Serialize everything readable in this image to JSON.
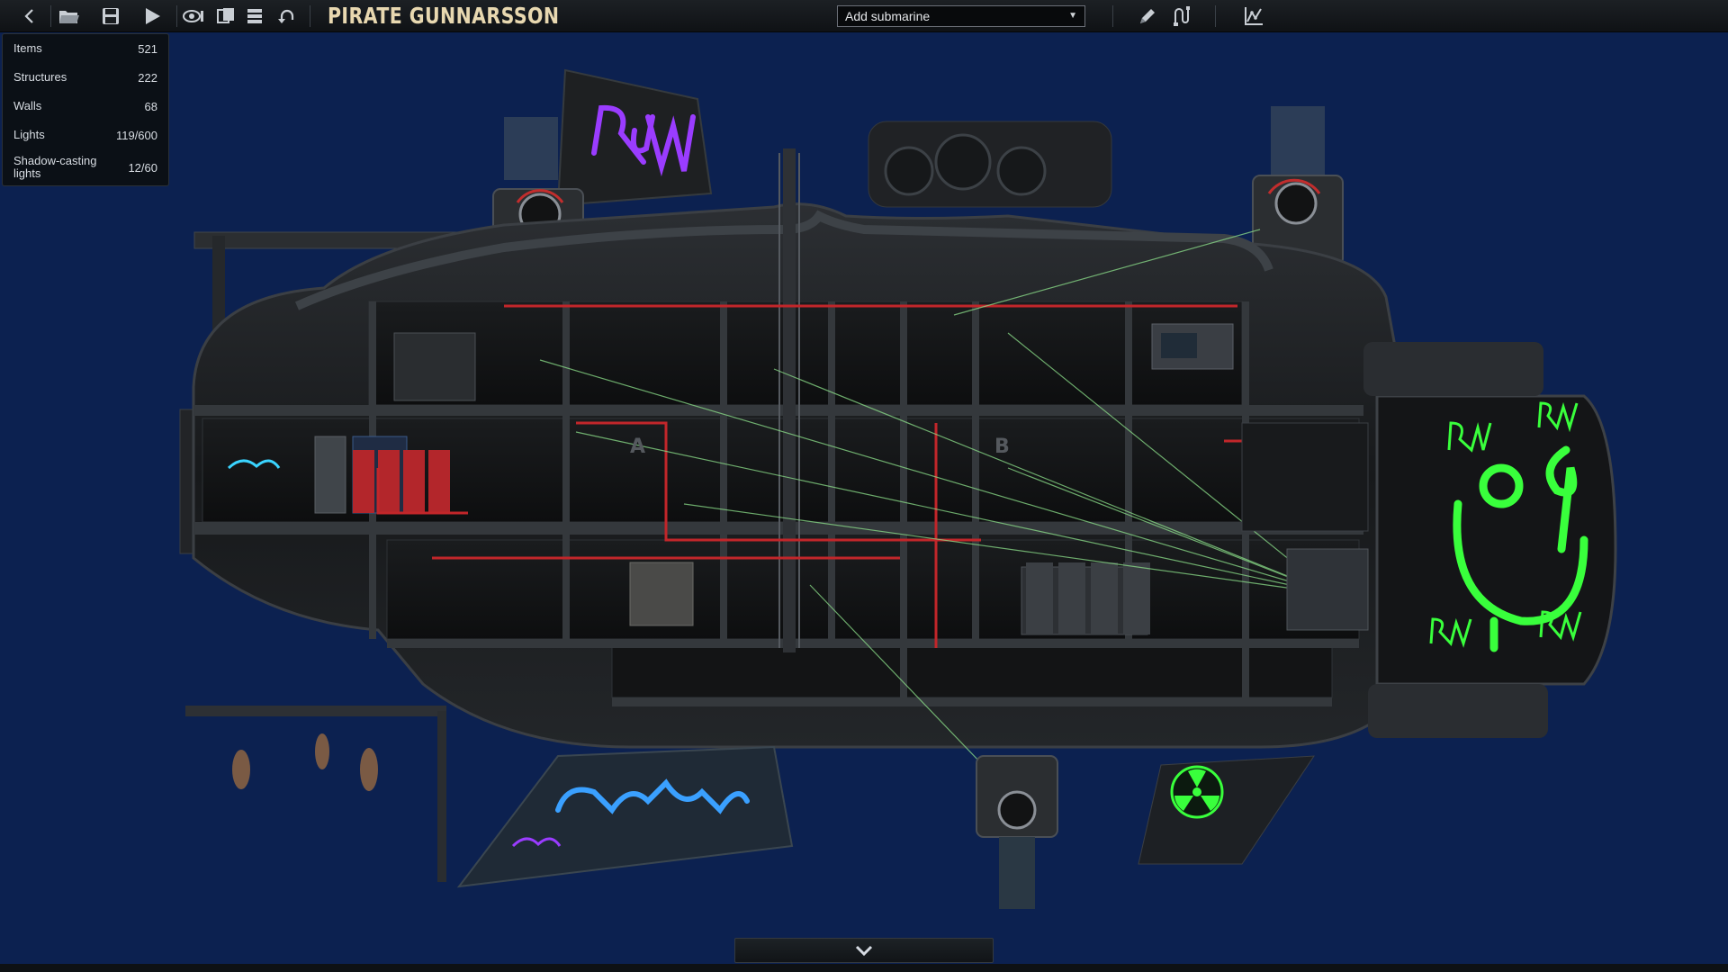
{
  "toolbar": {
    "submarine_name": "PIRATE GUNNARSSON",
    "add_submarine_label": "Add submarine",
    "icons": [
      "back-icon",
      "open-folder-icon",
      "save-icon",
      "play-icon",
      "visibility-icon",
      "layers-icon",
      "list-icon",
      "undo-icon",
      "pencil-icon",
      "wiring-icon",
      "graph-icon"
    ]
  },
  "stats": {
    "rows": [
      {
        "label": "Items",
        "value": "521"
      },
      {
        "label": "Structures",
        "value": "222"
      },
      {
        "label": "Walls",
        "value": "68"
      },
      {
        "label": "Lights",
        "value": "119/600"
      },
      {
        "label": "Shadow-casting lights",
        "value": "12/60"
      }
    ]
  },
  "colors": {
    "background": "#0c2150",
    "hull": "#1b1d20",
    "graffiti_green": "#39ff3c",
    "graffiti_purple": "#9a3cff",
    "graffiti_blue": "#3aa0ff",
    "wire_red": "#c2262a",
    "wire_green": "#8ce08a"
  },
  "bottom": {
    "expand_icon": "chevron-down-icon"
  }
}
